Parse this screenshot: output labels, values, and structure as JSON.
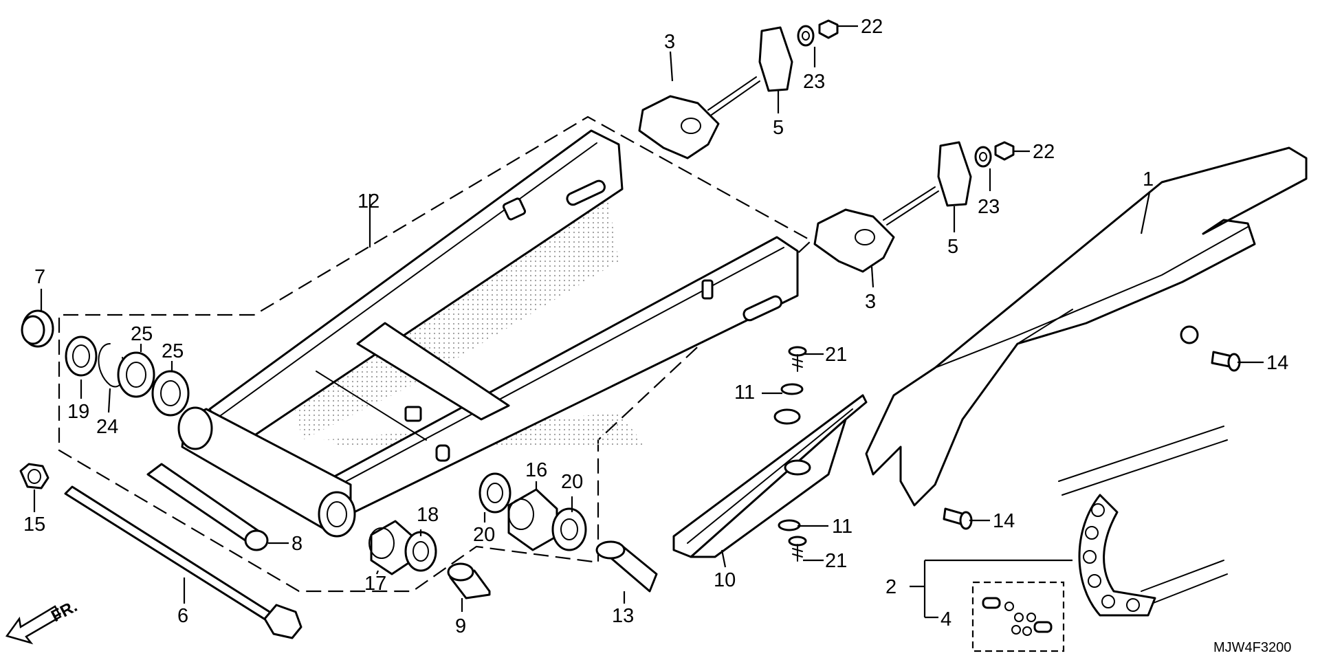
{
  "diagram_code": "MJW4F3200",
  "direction_label": "FR.",
  "callouts": [
    "1",
    "2",
    "3",
    "3",
    "4",
    "5",
    "5",
    "6",
    "7",
    "8",
    "9",
    "10",
    "11",
    "11",
    "12",
    "13",
    "14",
    "14",
    "15",
    "16",
    "17",
    "18",
    "19",
    "20",
    "20",
    "21",
    "21",
    "22",
    "22",
    "23",
    "23",
    "24",
    "25",
    "25"
  ],
  "colors": {
    "line": "#000000",
    "background": "#ffffff",
    "stipple": "#9a9a9a"
  },
  "icons": [
    "front-arrow-icon"
  ]
}
